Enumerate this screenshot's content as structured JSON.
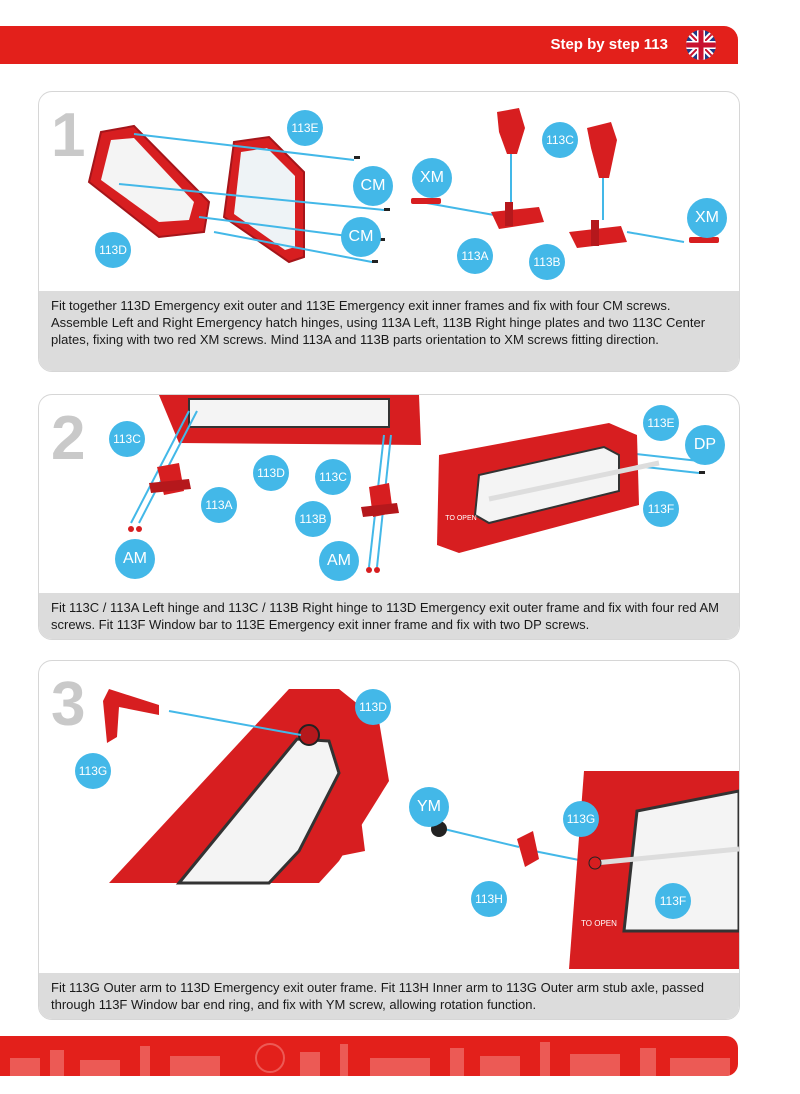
{
  "header": {
    "title": "Step by step 113",
    "flag_icon": "uk-flag-icon",
    "accent": "#e3201b"
  },
  "steps": [
    {
      "number": "1",
      "labels": {
        "p113e": "113E",
        "cm1": "CM",
        "cm2": "CM",
        "p113d": "113D",
        "xm1": "XM",
        "p113c": "113C",
        "xm2": "XM",
        "p113a": "113A",
        "p113b": "113B"
      },
      "caption": "Fit together 113D Emergency exit outer and 113E Emergency exit inner frames and fix with four CM screws. Assemble Left and Right Emergency hatch hinges, using 113A Left, 113B Right hinge plates and two 113C Center plates, fixing with two red XM screws. Mind 113A and 113B parts orientation to XM screws fitting direction."
    },
    {
      "number": "2",
      "labels": {
        "p113c_a": "113C",
        "p113d": "113D",
        "p113a": "113A",
        "am1": "AM",
        "p113c_b": "113C",
        "p113b": "113B",
        "am2": "AM",
        "p113e": "113E",
        "dp": "DP",
        "p113f": "113F",
        "to_open": "TO OPEN"
      },
      "caption": "Fit 113C / 113A Left hinge and 113C / 113B Right hinge to 113D Emergency exit outer frame and fix with four red AM screws. Fit 113F Window bar to 113E Emergency exit inner frame and fix with two DP screws."
    },
    {
      "number": "3",
      "labels": {
        "p113g_a": "113G",
        "p113d": "113D",
        "ym": "YM",
        "p113g_b": "113G",
        "p113h": "113H",
        "p113f": "113F",
        "to_open": "TO OPEN"
      },
      "caption": "Fit 113G Outer arm to 113D Emergency exit outer frame. Fit 113H Inner arm to 113G Outer arm stub axle, passed through 113F Window bar end ring, and fix with YM screw, allowing rotation function."
    }
  ]
}
